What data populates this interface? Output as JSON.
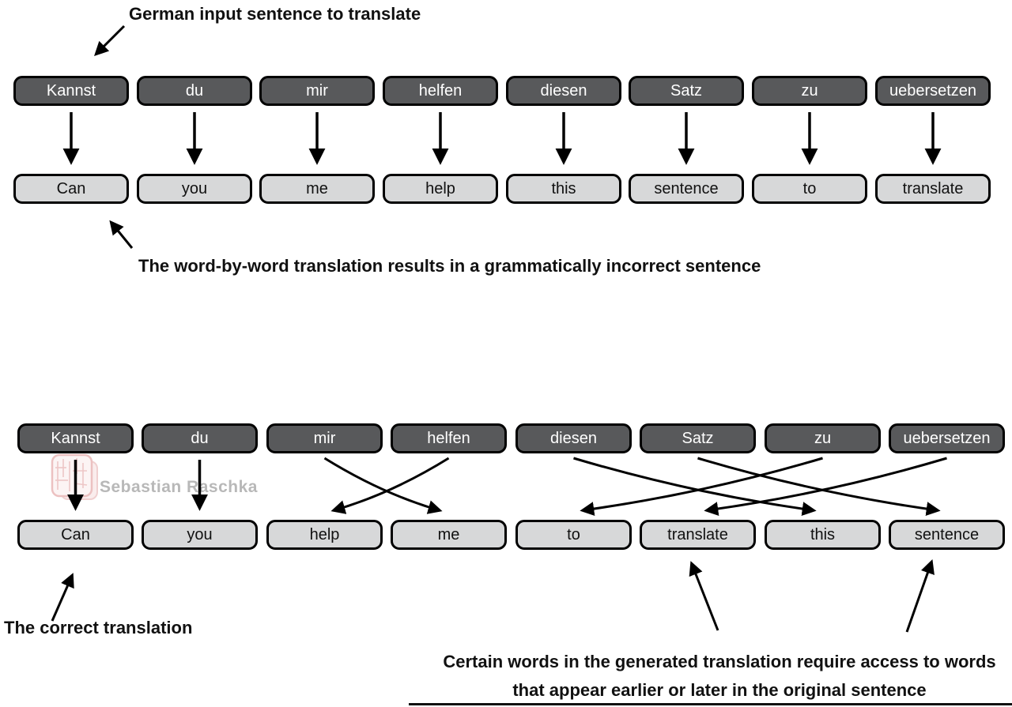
{
  "annotations": {
    "german_input": "German input sentence to translate",
    "word_by_word": "The word-by-word translation results in a grammatically incorrect sentence",
    "correct": "The correct translation",
    "certain_words_line1": "Certain words in the generated translation require access to words",
    "certain_words_line2": "that appear earlier or later in the original sentence"
  },
  "top_section": {
    "german_words": [
      "Kannst",
      "du",
      "mir",
      "helfen",
      "diesen",
      "Satz",
      "zu",
      "uebersetzen"
    ],
    "english_words": [
      "Can",
      "you",
      "me",
      "help",
      "this",
      "sentence",
      "to",
      "translate"
    ],
    "alignment": [
      [
        1,
        1
      ],
      [
        2,
        2
      ],
      [
        3,
        3
      ],
      [
        4,
        4
      ],
      [
        5,
        5
      ],
      [
        6,
        6
      ],
      [
        7,
        7
      ],
      [
        8,
        8
      ]
    ]
  },
  "bottom_section": {
    "german_words": [
      "Kannst",
      "du",
      "mir",
      "helfen",
      "diesen",
      "Satz",
      "zu",
      "uebersetzen"
    ],
    "english_words": [
      "Can",
      "you",
      "help",
      "me",
      "to",
      "translate",
      "this",
      "sentence"
    ],
    "alignment": [
      [
        1,
        1
      ],
      [
        2,
        2
      ],
      [
        3,
        4
      ],
      [
        4,
        3
      ],
      [
        5,
        7
      ],
      [
        6,
        8
      ],
      [
        7,
        5
      ],
      [
        8,
        6
      ]
    ]
  },
  "watermark": {
    "text": "Sebastian Raschka"
  },
  "colors": {
    "german_box_fill": "#58595b",
    "english_box_fill": "#d7d8d9",
    "box_border": "#000000",
    "german_box_text": "#ffffff",
    "english_box_text": "#111111",
    "arrow": "#000000",
    "watermark_text": "#b8b8b8",
    "watermark_seal": "#dd8f8f"
  }
}
